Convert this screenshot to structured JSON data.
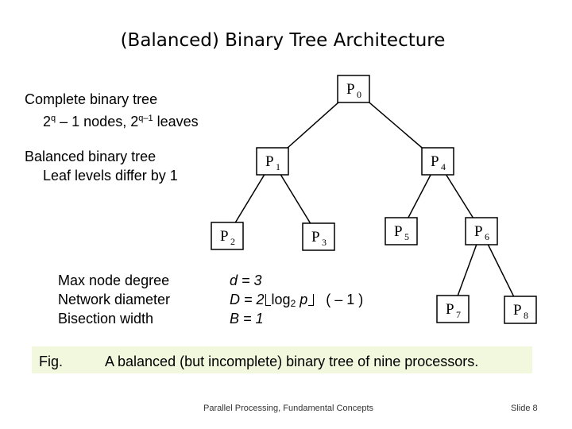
{
  "title": "(Balanced) Binary Tree Architecture",
  "complete": {
    "heading": "Complete binary tree",
    "nodes_base": "2",
    "nodes_exp": "q",
    "nodes_rest": " – 1 nodes, 2",
    "leaves_exp": "q–1",
    "leaves_rest": " leaves"
  },
  "balanced": {
    "heading": "Balanced binary tree",
    "detail": "Leaf levels differ by 1"
  },
  "props": {
    "labels": [
      "Max node degree",
      "Network diameter",
      "Bisection width"
    ],
    "d": "d = 3",
    "D_prefix": "D = 2",
    "D_log": "log",
    "D_sub": "2",
    "D_p": " p",
    "D_suffix": "( – 1 )",
    "B": "B = 1"
  },
  "caption": {
    "fig": "Fig.",
    "text": "A balanced (but incomplete) binary tree of nine processors."
  },
  "footer": {
    "center": "Parallel Processing, Fundamental Concepts",
    "right": "Slide 8"
  },
  "tree": {
    "nodes": [
      {
        "id": "P0",
        "label": "P",
        "sub": "0"
      },
      {
        "id": "P1",
        "label": "P",
        "sub": "1"
      },
      {
        "id": "P4",
        "label": "P",
        "sub": "4"
      },
      {
        "id": "P2",
        "label": "P",
        "sub": "2"
      },
      {
        "id": "P3",
        "label": "P",
        "sub": "3"
      },
      {
        "id": "P5",
        "label": "P",
        "sub": "5"
      },
      {
        "id": "P6",
        "label": "P",
        "sub": "6"
      },
      {
        "id": "P7",
        "label": "P",
        "sub": "7"
      },
      {
        "id": "P8",
        "label": "P",
        "sub": "8"
      }
    ],
    "edges": [
      [
        "P0",
        "P1"
      ],
      [
        "P0",
        "P4"
      ],
      [
        "P1",
        "P2"
      ],
      [
        "P1",
        "P3"
      ],
      [
        "P4",
        "P5"
      ],
      [
        "P4",
        "P6"
      ],
      [
        "P6",
        "P7"
      ],
      [
        "P6",
        "P8"
      ]
    ]
  }
}
